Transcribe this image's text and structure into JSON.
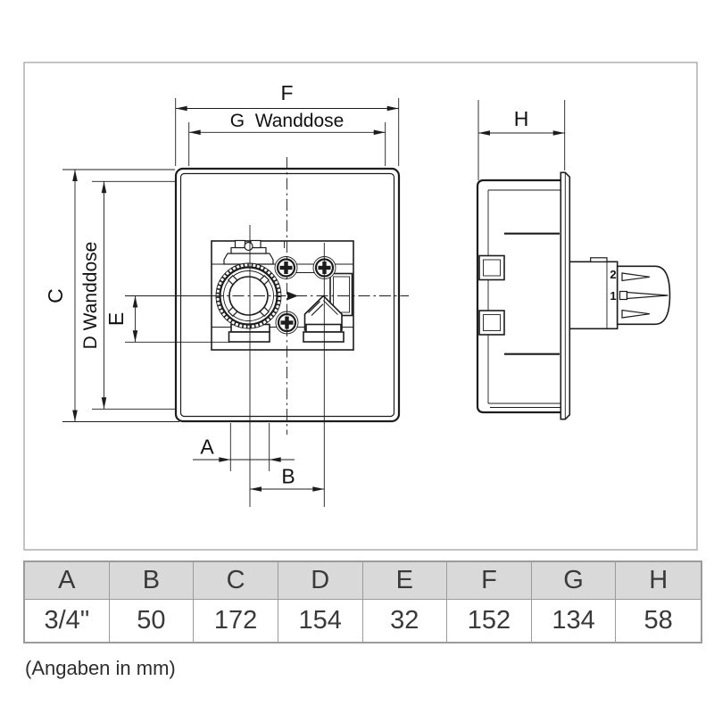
{
  "dims": {
    "F": "F",
    "G": "G  Wanddose",
    "H": "H",
    "C": "C",
    "D": "D Wanddose",
    "E": "E",
    "A": "A",
    "B": "B"
  },
  "side_view": {
    "position_2": "2",
    "position_1": "1"
  },
  "table": {
    "headers": [
      "A",
      "B",
      "C",
      "D",
      "E",
      "F",
      "G",
      "H"
    ],
    "values": [
      "3/4\"",
      "50",
      "172",
      "154",
      "32",
      "152",
      "134",
      "58"
    ]
  },
  "caption": "(Angaben in mm)",
  "colors": {
    "line": "#1d1d1d",
    "frame": "#b5b5b5",
    "table_border": "#9b9b9b",
    "table_header_bg": "#d9d9d9",
    "table_text": "#3a3a3a"
  }
}
